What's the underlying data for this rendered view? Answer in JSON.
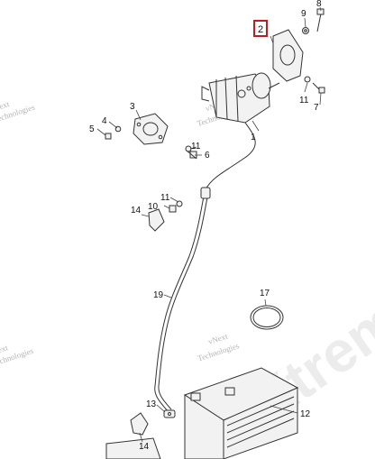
{
  "callouts": {
    "n1": "1",
    "n2": "2",
    "n3": "3",
    "n4": "4",
    "n5": "5",
    "n6": "6",
    "n7": "7",
    "n8": "8",
    "n9": "9",
    "n10": "10",
    "n11a": "11",
    "n11b": "11",
    "n11c": "11",
    "n12": "12",
    "n13": "13",
    "n14a": "14",
    "n14b": "14",
    "n17": "17",
    "n19": "19"
  },
  "watermark": {
    "line1": "vNext",
    "line2": "Technologies",
    "big": "Xtrem"
  },
  "colors": {
    "highlight": "#b22222",
    "line": "#333333"
  }
}
